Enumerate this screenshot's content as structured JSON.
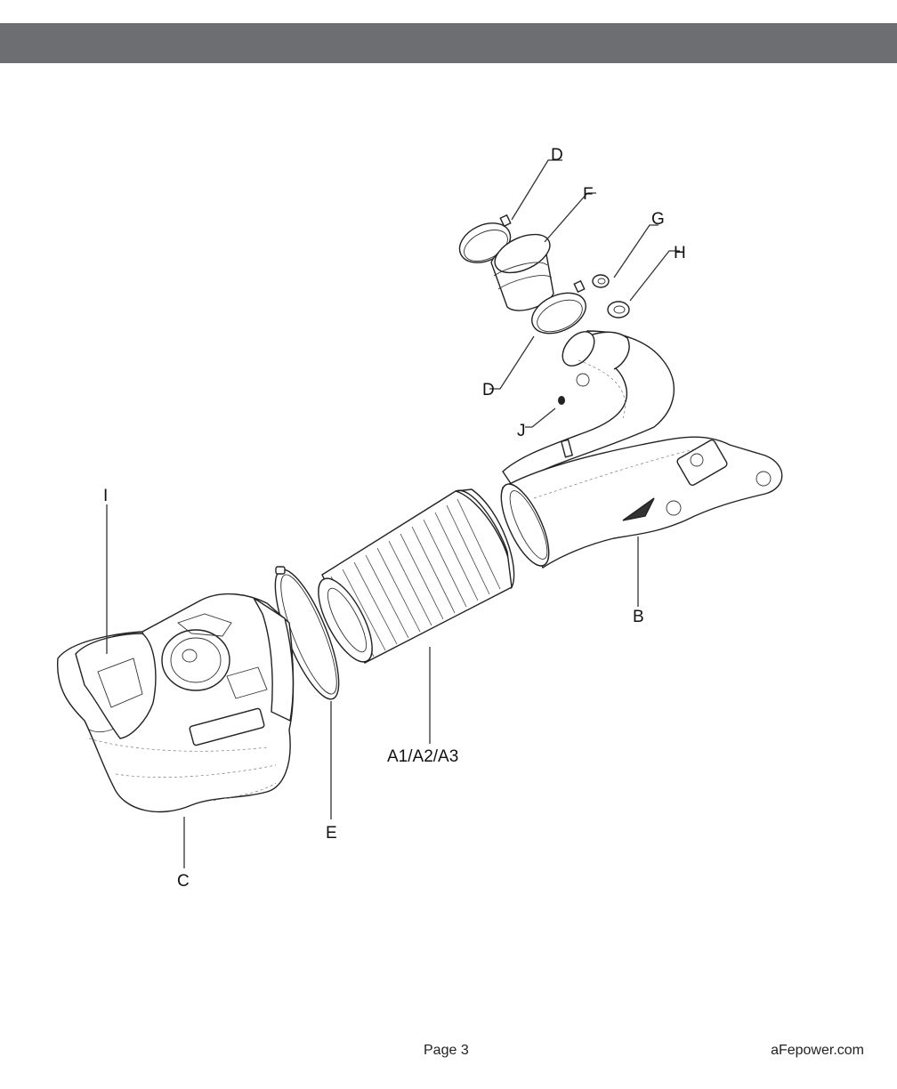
{
  "header": {
    "color": "#6d6e71"
  },
  "labels": {
    "d_top": "D",
    "f": "F",
    "g": "G",
    "h": "H",
    "d_bottom": "D",
    "j": "J",
    "i": "I",
    "b": "B",
    "a": "A1/A2/A3",
    "e": "E",
    "c": "C"
  },
  "footer": {
    "page": "Page 3",
    "website": "aFepower.com"
  }
}
